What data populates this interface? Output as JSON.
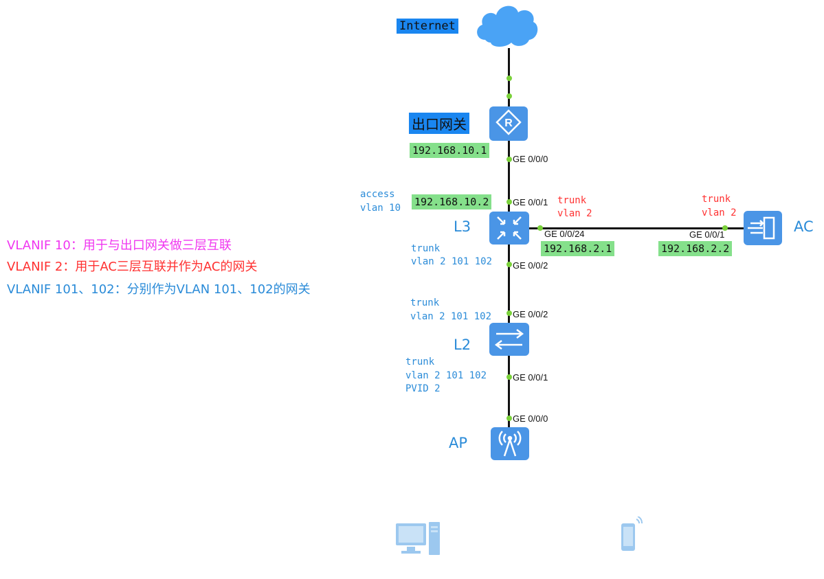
{
  "legend": {
    "vlanif10": "VLANIF 10：用于与出口网关做三层互联",
    "vlanif2": "VLANIF 2：用于AC三层互联并作为AC的网关",
    "vlanif101_102": "VLANIF 101、102：分别作为VLAN 101、102的网关"
  },
  "colors": {
    "magenta": "#f036f0",
    "red": "#ff3131",
    "blue": "#2a8bd8",
    "ip_bg": "#85e08b",
    "tag_bg": "#1a86f0"
  },
  "internet": {
    "label": "Internet",
    "icon": "cloud-icon"
  },
  "gateway": {
    "label": "出口网关",
    "icon": "router-icon",
    "ip": "192.168.10.1",
    "port": "GE 0/0/0"
  },
  "l3": {
    "label": "L3",
    "icon": "l3-switch-icon",
    "uplink_mode": "access",
    "uplink_vlan": "vlan 10",
    "uplink_ip": "192.168.10.2",
    "uplink_port": "GE 0/0/1",
    "ac_mode": "trunk",
    "ac_vlan": "vlan 2",
    "ac_port": "GE 0/0/24",
    "ac_ip": "192.168.2.1",
    "down_mode": "trunk",
    "down_vlan": "vlan 2 101 102",
    "down_port": "GE 0/0/2"
  },
  "ac": {
    "label": "AC",
    "icon": "ac-controller-icon",
    "mode": "trunk",
    "vlan": "vlan 2",
    "port": "GE 0/0/1",
    "ip": "192.168.2.2"
  },
  "l2": {
    "label": "L2",
    "icon": "l2-switch-icon",
    "up_mode": "trunk",
    "up_vlan": "vlan 2 101 102",
    "up_port": "GE 0/0/2",
    "down_mode": "trunk",
    "down_vlan": "vlan 2 101 102",
    "down_pvid": "PVID 2",
    "down_port": "GE 0/0/1"
  },
  "ap": {
    "label": "AP",
    "icon": "wireless-ap-icon",
    "port": "GE 0/0/0"
  },
  "clients": [
    {
      "icon": "pc-icon"
    },
    {
      "icon": "phone-icon"
    }
  ]
}
